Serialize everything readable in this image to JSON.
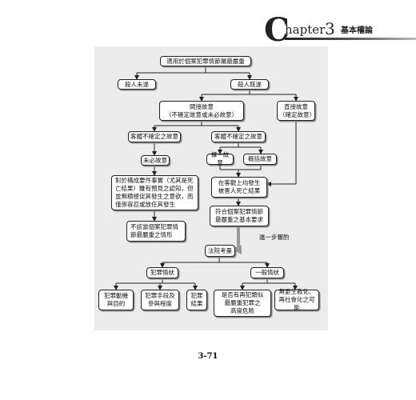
{
  "header": {
    "chapter_letter": "C",
    "chapter_word": "hapter",
    "chapter_number": "3",
    "title": "基本權論"
  },
  "flowchart": {
    "root": "適用於個案犯罪情節屬最嚴重",
    "not_killed": "殺人未遂",
    "killed": "殺人既遂",
    "indirect_intent": "間接故意\n（不確定故意或未必故意）",
    "direct_intent": "直接故意\n（確定故意）",
    "uncertain_object": "客體不確定之故意",
    "uncertain_object_2": "客體不確定之故意",
    "dolus_eventualis": "未必故意",
    "alternative_intent": "擇一故意",
    "general_intent": "概括故意",
    "foreseen_not_prevented": "對於構成要件事實（尤其是死亡結果）雖有預見之認知，但並無積極促其發生之意欲，而僅係容忍或放任其發生",
    "objective_death": "在客觀上均發生\n被害人死亡結果",
    "not_most_serious": "不該當個案犯罪情\n節最嚴重之情形",
    "meets_requirement": "符合個案犯罪情節\n最嚴重之基本要求",
    "further_review": "進一步審酌",
    "court_consideration": "法院考量",
    "crime_circumstances": "犯罪情狀",
    "general_circumstances": "一般情狀",
    "motive_purpose": "犯罪動機\n與目的",
    "means_degree": "犯罪手段及\n參與程度",
    "result": "犯罪\n結果",
    "reoffense_risk": "是否有再犯類似\n最嚴重犯罪之\n高度危險",
    "no_rehabilitation": "無更生教化、\n再社會化之可能"
  },
  "footer": {
    "page_number": "3-71"
  }
}
